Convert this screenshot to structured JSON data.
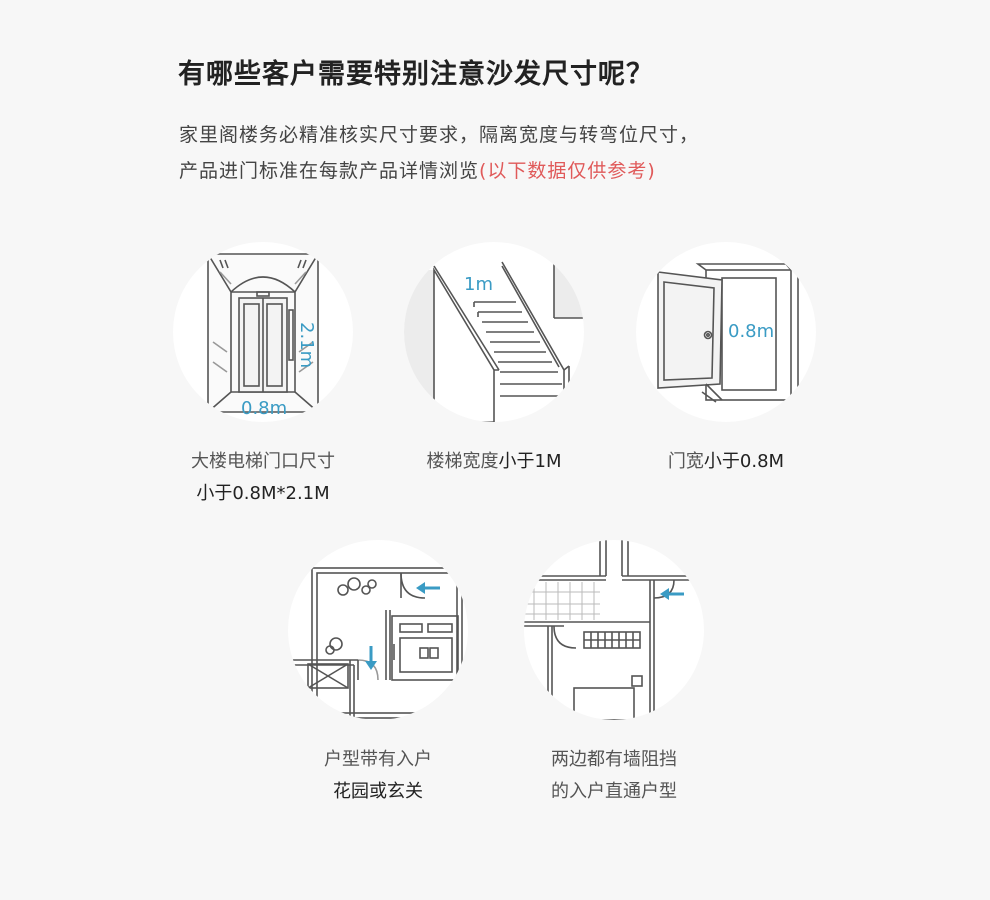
{
  "heading": "有哪些客户需要特别注意沙发尺寸呢？",
  "intro": {
    "line1": "家里阁楼务必精准核实尺寸要求，隔离宽度与转弯位尺寸，",
    "line2_main": "产品进门标准在每款产品详情浏览",
    "line2_note": "(以下数据仅供参考)"
  },
  "colors": {
    "accent": "#3a9bc4",
    "note": "#e05a5a"
  },
  "items": [
    {
      "icon": "elevator-icon",
      "dim_width": "0.8m",
      "dim_height": "2.1m",
      "label_a": "大楼电梯门口尺寸",
      "label_b": "小于0.8M*2.1M"
    },
    {
      "icon": "stairs-icon",
      "dim_width": "1m",
      "label_a": "楼梯宽度",
      "label_b": "小于1M"
    },
    {
      "icon": "door-icon",
      "dim_width": "0.8m",
      "label_a": "门宽",
      "label_b": "小于0.8M"
    },
    {
      "icon": "garden-entry-floorplan-icon",
      "label_a": "户型带有入户",
      "label_b": "花园或玄关"
    },
    {
      "icon": "straight-entry-floorplan-icon",
      "label_a": "两边都有墙阻挡",
      "label_b": "的入户直通户型"
    }
  ]
}
